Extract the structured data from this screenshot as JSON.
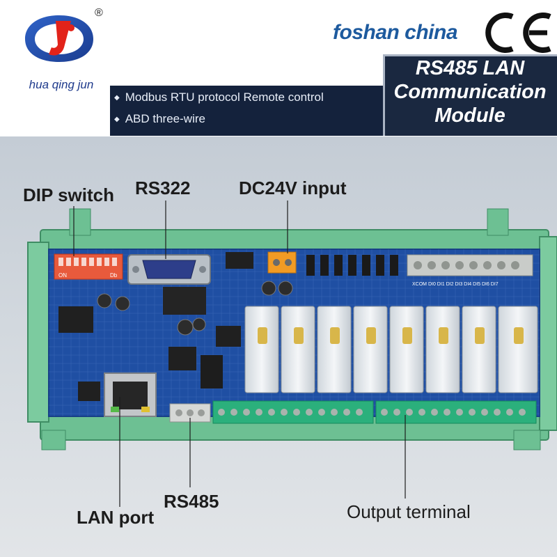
{
  "brand": {
    "registered_mark": "®",
    "name": "hua qing jun"
  },
  "header": {
    "location": "foshan china",
    "cert_mark": "CE"
  },
  "features": [
    "Modbus RTU protocol Remote control",
    "ABD three-wire"
  ],
  "title_lines": [
    "RS485 LAN",
    "Communication",
    "Module"
  ],
  "callouts": {
    "dip_switch": "DIP switch",
    "rs322": "RS322",
    "dc24v": "DC24V input",
    "lan_port": "LAN port",
    "rs485": "RS485",
    "output_terminal": "Output terminal"
  },
  "board": {
    "dip_on": "ON",
    "dip_db": "Db",
    "relay_count": 8,
    "terminal_label": "XCOM DI0 DI1 DI2 DI3 DI4 DI5 DI6 DI7",
    "colors": {
      "pcb": "#1f4fa3",
      "rail": "#6dc093",
      "terminal": "#2bb07c",
      "dip": "#e85a3c"
    }
  }
}
